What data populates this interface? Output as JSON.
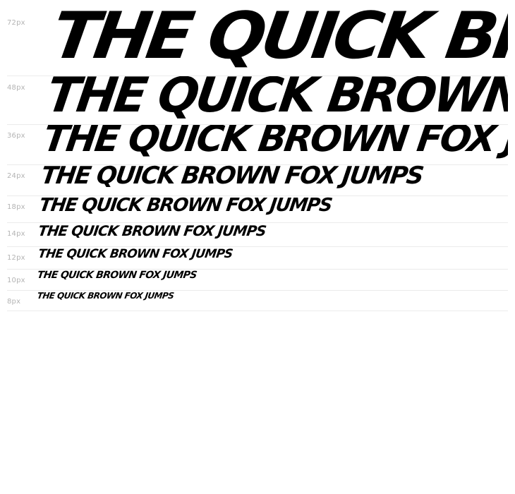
{
  "sample_text": "THE QUICK BROWN FOX JUMPS",
  "rows": [
    {
      "label": "72px"
    },
    {
      "label": "48px"
    },
    {
      "label": "36px"
    },
    {
      "label": "24px"
    },
    {
      "label": "18px"
    },
    {
      "label": "14px"
    },
    {
      "label": "12px"
    },
    {
      "label": "10px"
    },
    {
      "label": "8px"
    }
  ],
  "colors": {
    "text": "#000000",
    "label": "#b4b4b4",
    "divider": "#ebebeb",
    "background": "#ffffff"
  }
}
